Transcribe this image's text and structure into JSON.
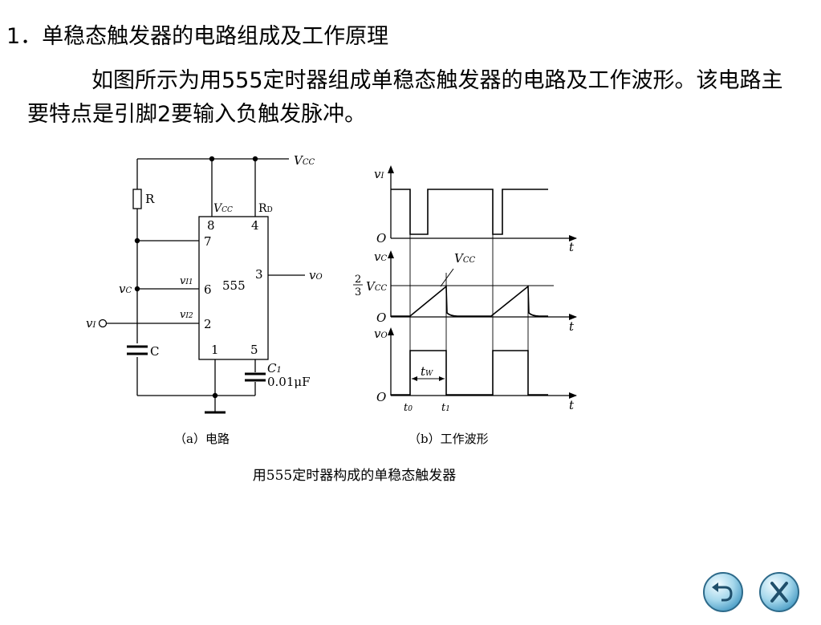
{
  "heading": "1．单稳态触发器的电路组成及工作原理",
  "paragraph": "如图所示为用555定时器组成单稳态触发器的电路及工作波形。该电路主要特点是引脚2要输入负触发脉冲。",
  "circuit": {
    "vcc": "V",
    "vcc_sub": "CC",
    "R": "R",
    "C": "C",
    "vc": "v",
    "vc_sub": "C",
    "vi": "v",
    "vi_sub": "I",
    "vo": "v",
    "vo_sub": "O",
    "chip_vcc": "V",
    "chip_vcc_sub": "CC",
    "rd": "R",
    "rd_sub": "D",
    "chip_name": "555",
    "pin8": "8",
    "pin4": "4",
    "pin7": "7",
    "pin6": "6",
    "pin3": "3",
    "pin2": "2",
    "pin1": "1",
    "pin5": "5",
    "vi1": "v",
    "vi1_sub": "I1",
    "vi2": "v",
    "vi2_sub": "I2",
    "c1": "C",
    "c1_sub": "1",
    "c1_value": "0.01μF"
  },
  "waveform": {
    "vi_axis": "v",
    "vi_axis_sub": "I",
    "vc_axis": "v",
    "vc_axis_sub": "C",
    "vo_axis": "v",
    "vo_axis_sub": "O",
    "origin": "O",
    "t": "t",
    "vcc_peak": "V",
    "vcc_peak_sub": "CC",
    "frac_num": "2",
    "frac_den": "3",
    "threshold": "V",
    "threshold_sub": "CC",
    "tw": "t",
    "tw_sub": "W",
    "t0": "t",
    "t0_sub": "0",
    "t1": "t",
    "t1_sub": "1"
  },
  "captions": {
    "a": "（a）电路",
    "b": "（b）工作波形",
    "figure": "用555定时器构成的单稳态触发器"
  },
  "nav": {
    "back_icon": "back-arrow-icon",
    "close_icon": "close-x-icon"
  }
}
